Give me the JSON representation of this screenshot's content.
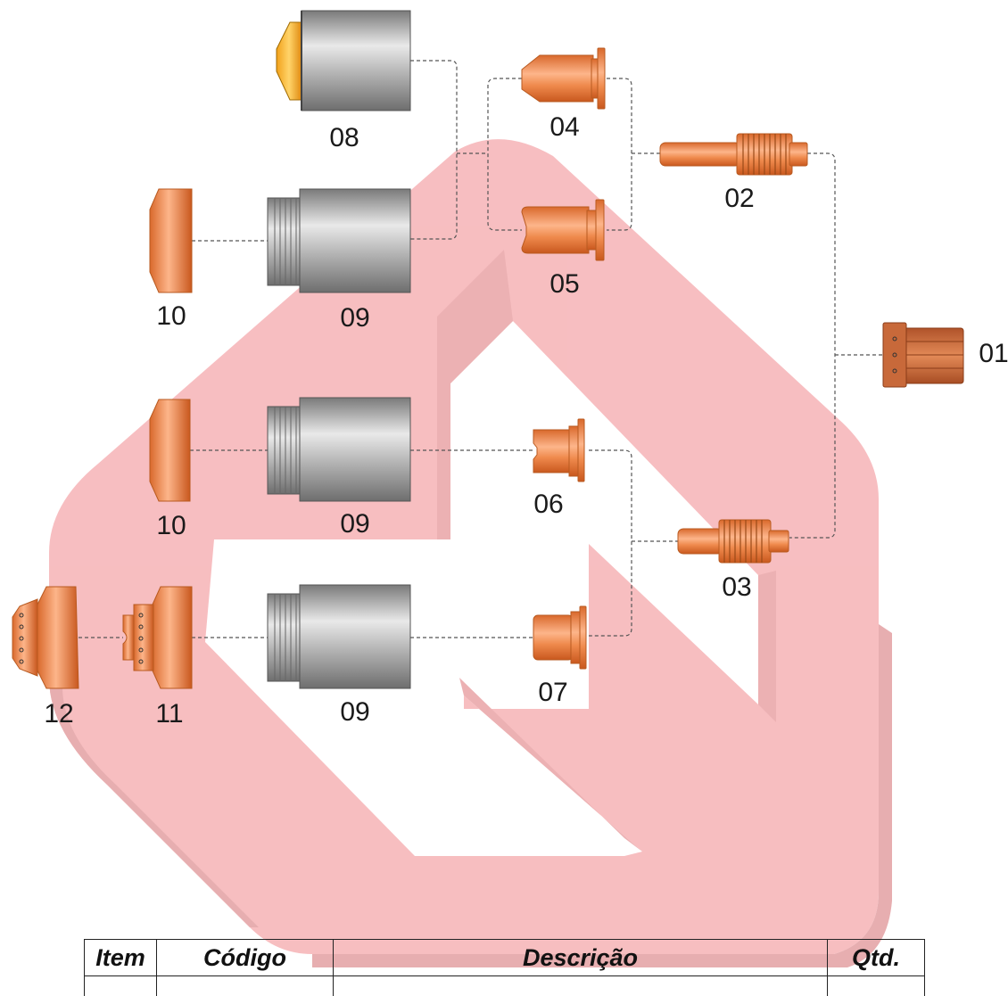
{
  "parts": [
    {
      "number": "01"
    },
    {
      "number": "02"
    },
    {
      "number": "03"
    },
    {
      "number": "04"
    },
    {
      "number": "05"
    },
    {
      "number": "06"
    },
    {
      "number": "07"
    },
    {
      "number": "08"
    },
    {
      "number": "09"
    },
    {
      "number": "10"
    },
    {
      "number": "11"
    },
    {
      "number": "12"
    }
  ],
  "part_table": {
    "headers": [
      "Item",
      "Código",
      "Descrição",
      "Qtd."
    ]
  },
  "colors": {
    "copper": "#e97a38",
    "copper_dark": "#b85a20",
    "steel": "#9a9a9a",
    "watermark": "#f4a8ac",
    "leader": "#555555"
  }
}
